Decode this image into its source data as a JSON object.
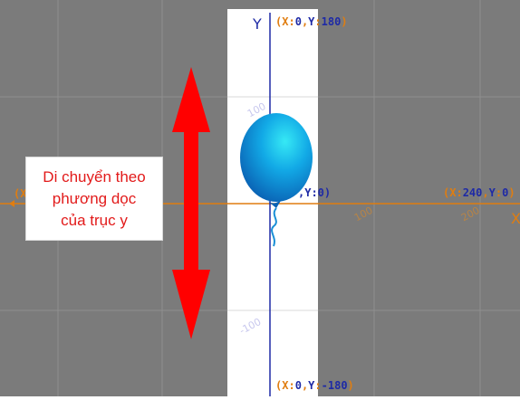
{
  "stage": {
    "axis_y_letter": "Y",
    "axis_x_letter": "X",
    "labels": {
      "top": {
        "x": "X",
        "xv": "0",
        "y": "Y",
        "yv": "180"
      },
      "bottom": {
        "x": "X",
        "xv": "0",
        "y": "Y",
        "yv": "-180"
      },
      "right": {
        "x": "X",
        "xv": "240",
        "y": "Y",
        "yv": "0"
      },
      "center_partial": {
        "yv": ",Y:0)"
      },
      "left_partial": "(X"
    },
    "ticks": {
      "y_up": "100",
      "y_down": "-100",
      "x_100": "100",
      "x_200": "200"
    }
  },
  "callout": {
    "text": "Di chuyển theo\nphương dọc\ncủa trục y"
  },
  "colors": {
    "grid_background": "#7b7b7b",
    "grid_line": "#8f8f8f",
    "highlight_band": "#ffffff",
    "x_axis": "#e07d10",
    "y_axis": "#1e2aa6",
    "arrow": "#ff0000",
    "balloon": "#1a8fd6"
  },
  "icons": {
    "arrow": "double-vertical-arrow-icon",
    "balloon": "balloon-sprite-icon"
  }
}
